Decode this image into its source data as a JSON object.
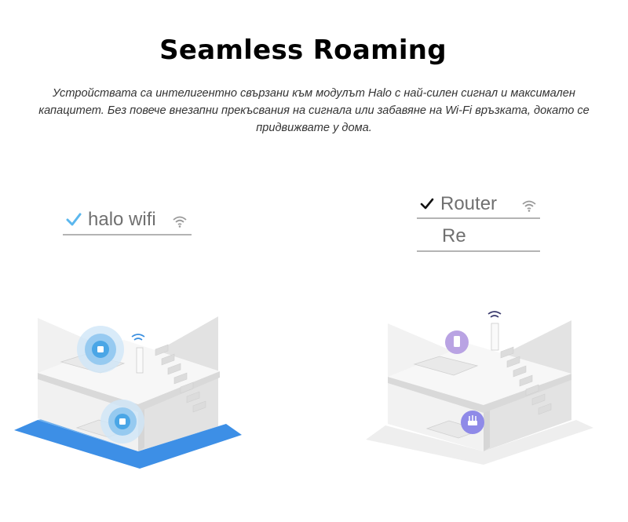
{
  "header": {
    "title": "Seamless Roaming",
    "description": "Устройствата са интелигентно свързани към модулът Halo с най-силен сигнал и  максимален капацитет. Без повече внезапни прекъсвания на сигнала или забавяне на Wi-Fi връзката, докато се придвижвате у дома."
  },
  "left_panel": {
    "network": {
      "name": "halo wifi",
      "selected": true,
      "check_color": "#5bb7ee"
    },
    "floor_color": "#3d8fe6",
    "node_color": "#4aa6e6"
  },
  "right_panel": {
    "networks": [
      {
        "name": "Router",
        "selected": true,
        "check_color": "#111111"
      },
      {
        "name": "Re",
        "selected": false
      }
    ],
    "floor_color": "#eeeeee",
    "extender_color": "#b9a3e3",
    "router_color": "#8f8ae8"
  }
}
